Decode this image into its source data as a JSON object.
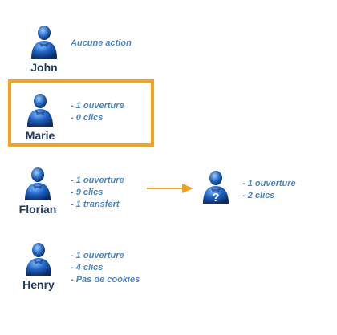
{
  "people": [
    {
      "name": "John",
      "stats": [
        "Aucune action"
      ]
    },
    {
      "name": "Marie",
      "stats": [
        "- 1 ouverture",
        "- 0 clics"
      ]
    },
    {
      "name": "Florian",
      "stats": [
        "- 1 ouverture",
        "- 9 clics",
        "- 1 transfert"
      ]
    },
    {
      "name": "Henry",
      "stats": [
        "- 1 ouverture",
        "- 4 clics",
        "- Pas de cookies"
      ]
    }
  ],
  "unknown": {
    "symbol": "?",
    "stats": [
      "- 1 ouverture",
      "- 2 clics"
    ]
  },
  "colors": {
    "highlight": "#f7a21b",
    "arrow": "#f7a21b",
    "stats_text": "#4a86c5",
    "name_text": "#1f3a5c"
  },
  "icons": {
    "person": "user-icon",
    "unknown": "unknown-user-icon",
    "arrow": "arrow-right-icon"
  }
}
